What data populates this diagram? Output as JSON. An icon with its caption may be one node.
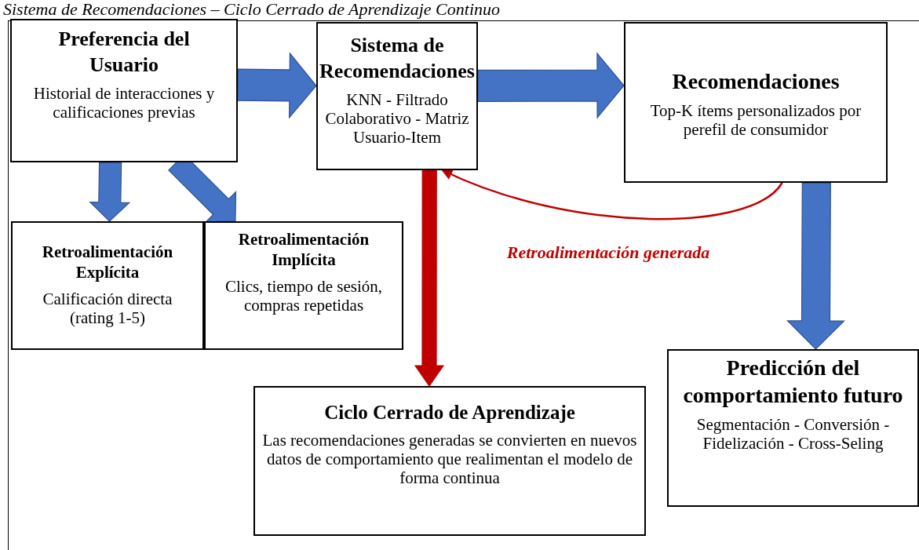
{
  "diagram": {
    "title": "Sistema de Recomendaciones – Ciclo Cerrado de Aprendizaje Continuo",
    "nodes": [
      {
        "text": [
          "Preferencia del Usuario",
          "Historial de interacciones y calificaciones previas"
        ]
      },
      {
        "text": [
          "Sistema de Recomendaciones",
          "KNN - Filtrado Colaborativo - Matriz Usuario-Item"
        ]
      },
      {
        "text": [
          "Recomendaciones",
          "Top-K ítems personalizados por perefil de consumidor"
        ]
      },
      {
        "text": [
          "Retroalimentación Explícita",
          "Calificación directa (rating 1-5)"
        ]
      },
      {
        "text": [
          "Retroalimentación Implícita",
          "Clics, tiempo de sesión, compras repetidas"
        ]
      },
      {
        "text": [
          "Ciclo Cerrado de Aprendizaje",
          "Las recomendaciones generadas se convierten en nuevos datos de comportamiento que realimentan el modelo de forma continua"
        ]
      },
      {
        "text": [
          "Predicción del comportamiento futuro",
          "Segmentación - Conversión - Fidelización - Cross-Seling"
        ]
      }
    ],
    "edges": [
      {
        "from": 0,
        "to": 1,
        "arrow": "to"
      },
      {
        "from": 1,
        "to": 2,
        "arrow": "to"
      },
      {
        "from": 0,
        "to": 3,
        "arrow": "to"
      },
      {
        "from": 0,
        "to": 4,
        "arrow": "to"
      },
      {
        "from": 1,
        "to": 5,
        "arrow": "to",
        "color": "#c00000"
      },
      {
        "from": 2,
        "to": 1,
        "arrow": "to",
        "label": "Retroalimentación generada",
        "color": "#c00000"
      },
      {
        "from": 2,
        "to": 6,
        "arrow": "to"
      }
    ]
  }
}
